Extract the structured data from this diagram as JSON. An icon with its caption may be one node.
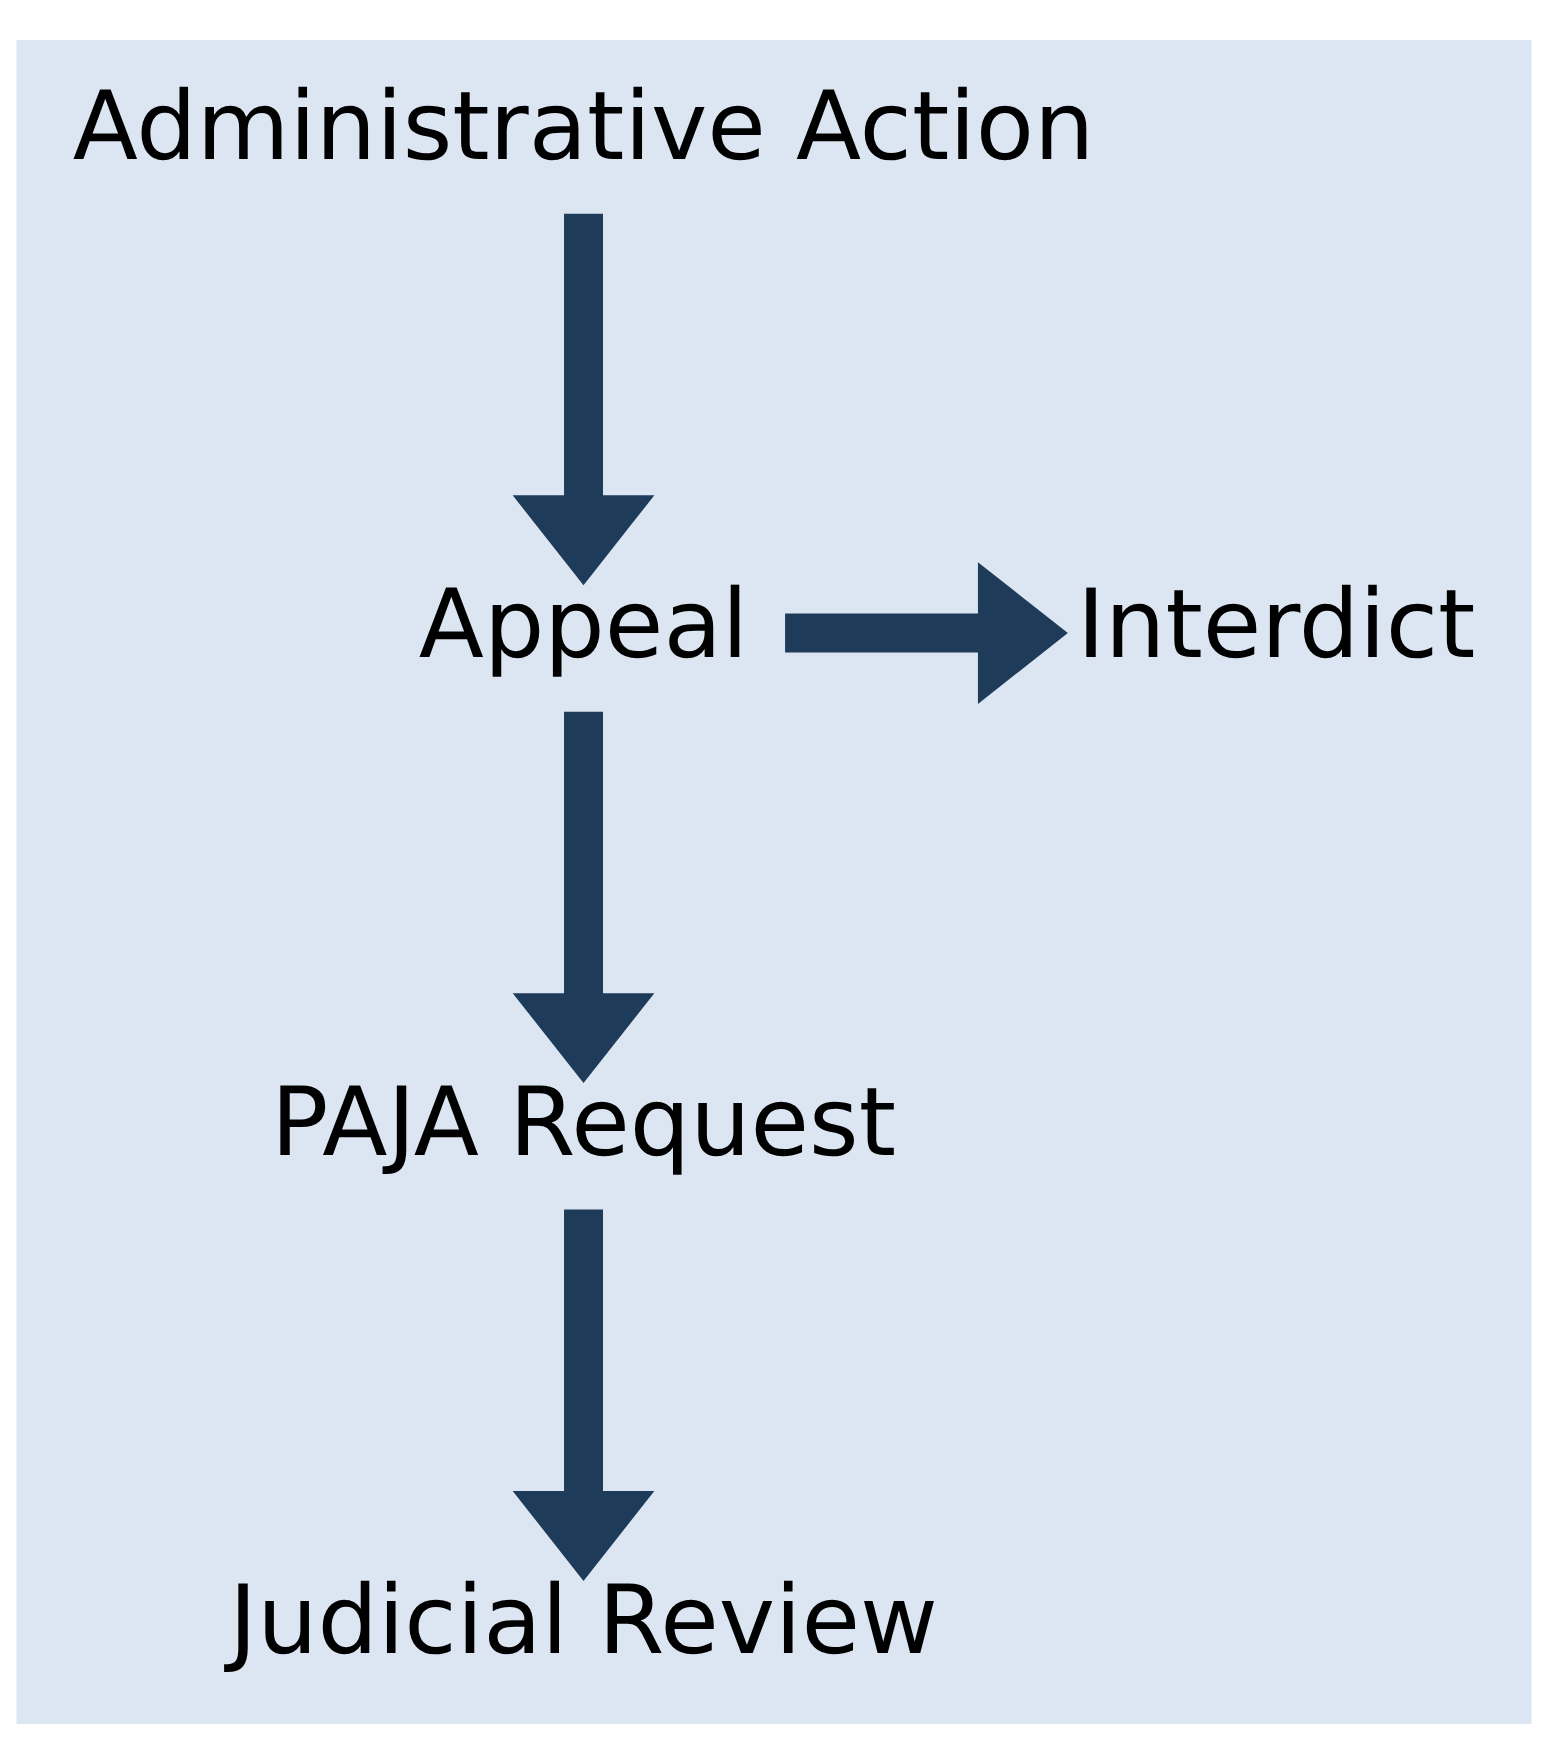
{
  "diagram": {
    "nodes": [
      {
        "text": [
          "Administrative Action"
        ]
      },
      {
        "text": [
          "Appeal"
        ]
      },
      {
        "text": [
          "Interdict"
        ]
      },
      {
        "text": [
          "PAJA Request"
        ]
      },
      {
        "text": [
          "Judicial Review"
        ]
      }
    ],
    "edges": [
      {
        "from": 0,
        "to": 1,
        "arrow": "to"
      },
      {
        "from": 1,
        "to": 2,
        "arrow": "to"
      },
      {
        "from": 1,
        "to": 3,
        "arrow": "to"
      },
      {
        "from": 3,
        "to": 4,
        "arrow": "to"
      }
    ]
  }
}
